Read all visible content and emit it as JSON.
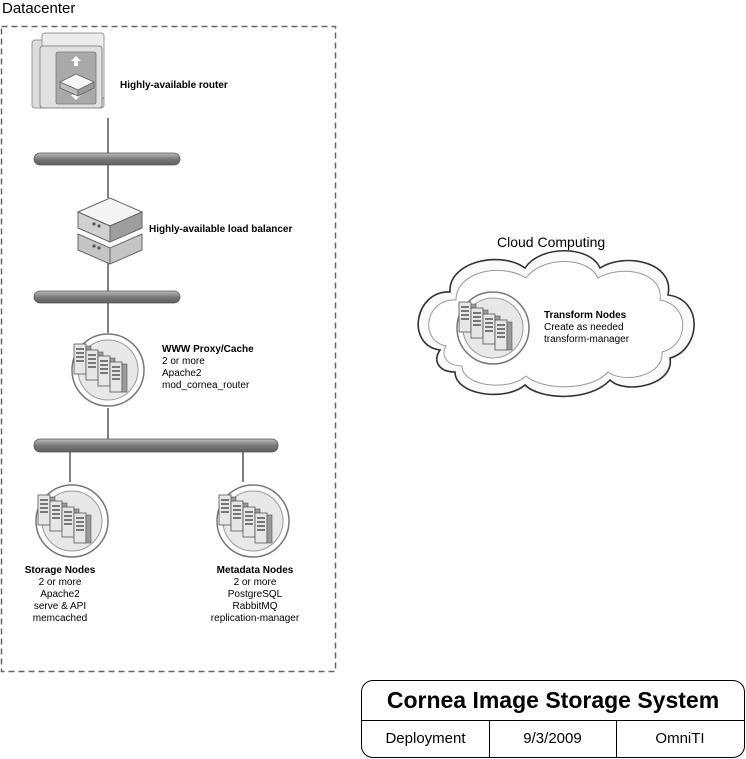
{
  "datacenter": {
    "title": "Datacenter"
  },
  "router": {
    "label": "Highly-available router"
  },
  "load_balancer": {
    "label": "Highly-available load balancer"
  },
  "www_proxy": {
    "title": "WWW Proxy/Cache",
    "lines": [
      "2 or more",
      "Apache2",
      "mod_cornea_router"
    ]
  },
  "storage_nodes": {
    "title": "Storage Nodes",
    "lines": [
      "2 or more",
      "Apache2",
      "serve & API",
      "memcached"
    ]
  },
  "metadata_nodes": {
    "title": "Metadata Nodes",
    "lines": [
      "2 or more",
      "PostgreSQL",
      "RabbitMQ",
      "replication-manager"
    ]
  },
  "cloud": {
    "title": "Cloud Computing",
    "transform": {
      "title": "Transform Nodes",
      "lines": [
        "Create as needed",
        "transform-manager"
      ]
    }
  },
  "title_block": {
    "title": "Cornea Image Storage System",
    "cells": [
      "Deployment",
      "9/3/2009",
      "OmniTI"
    ]
  },
  "colors": {
    "bus": "#8c8c8c",
    "line": "#555555",
    "dashed_border": "#666666",
    "icon_fill": "#d9d9d9"
  }
}
